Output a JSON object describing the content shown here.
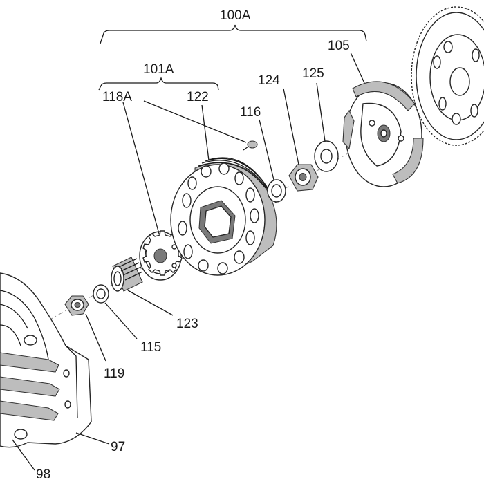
{
  "labels": {
    "l100A": "100A",
    "l101A": "101A",
    "l118A": "118A",
    "l122": "122",
    "l116": "116",
    "l124": "124",
    "l125": "125",
    "l105": "105",
    "l123": "123",
    "l115": "115",
    "l119": "119",
    "l97": "97",
    "l98": "98"
  },
  "colors": {
    "line": "#1a1a1a",
    "shade": "#bdbdbd",
    "background": "#ffffff"
  }
}
